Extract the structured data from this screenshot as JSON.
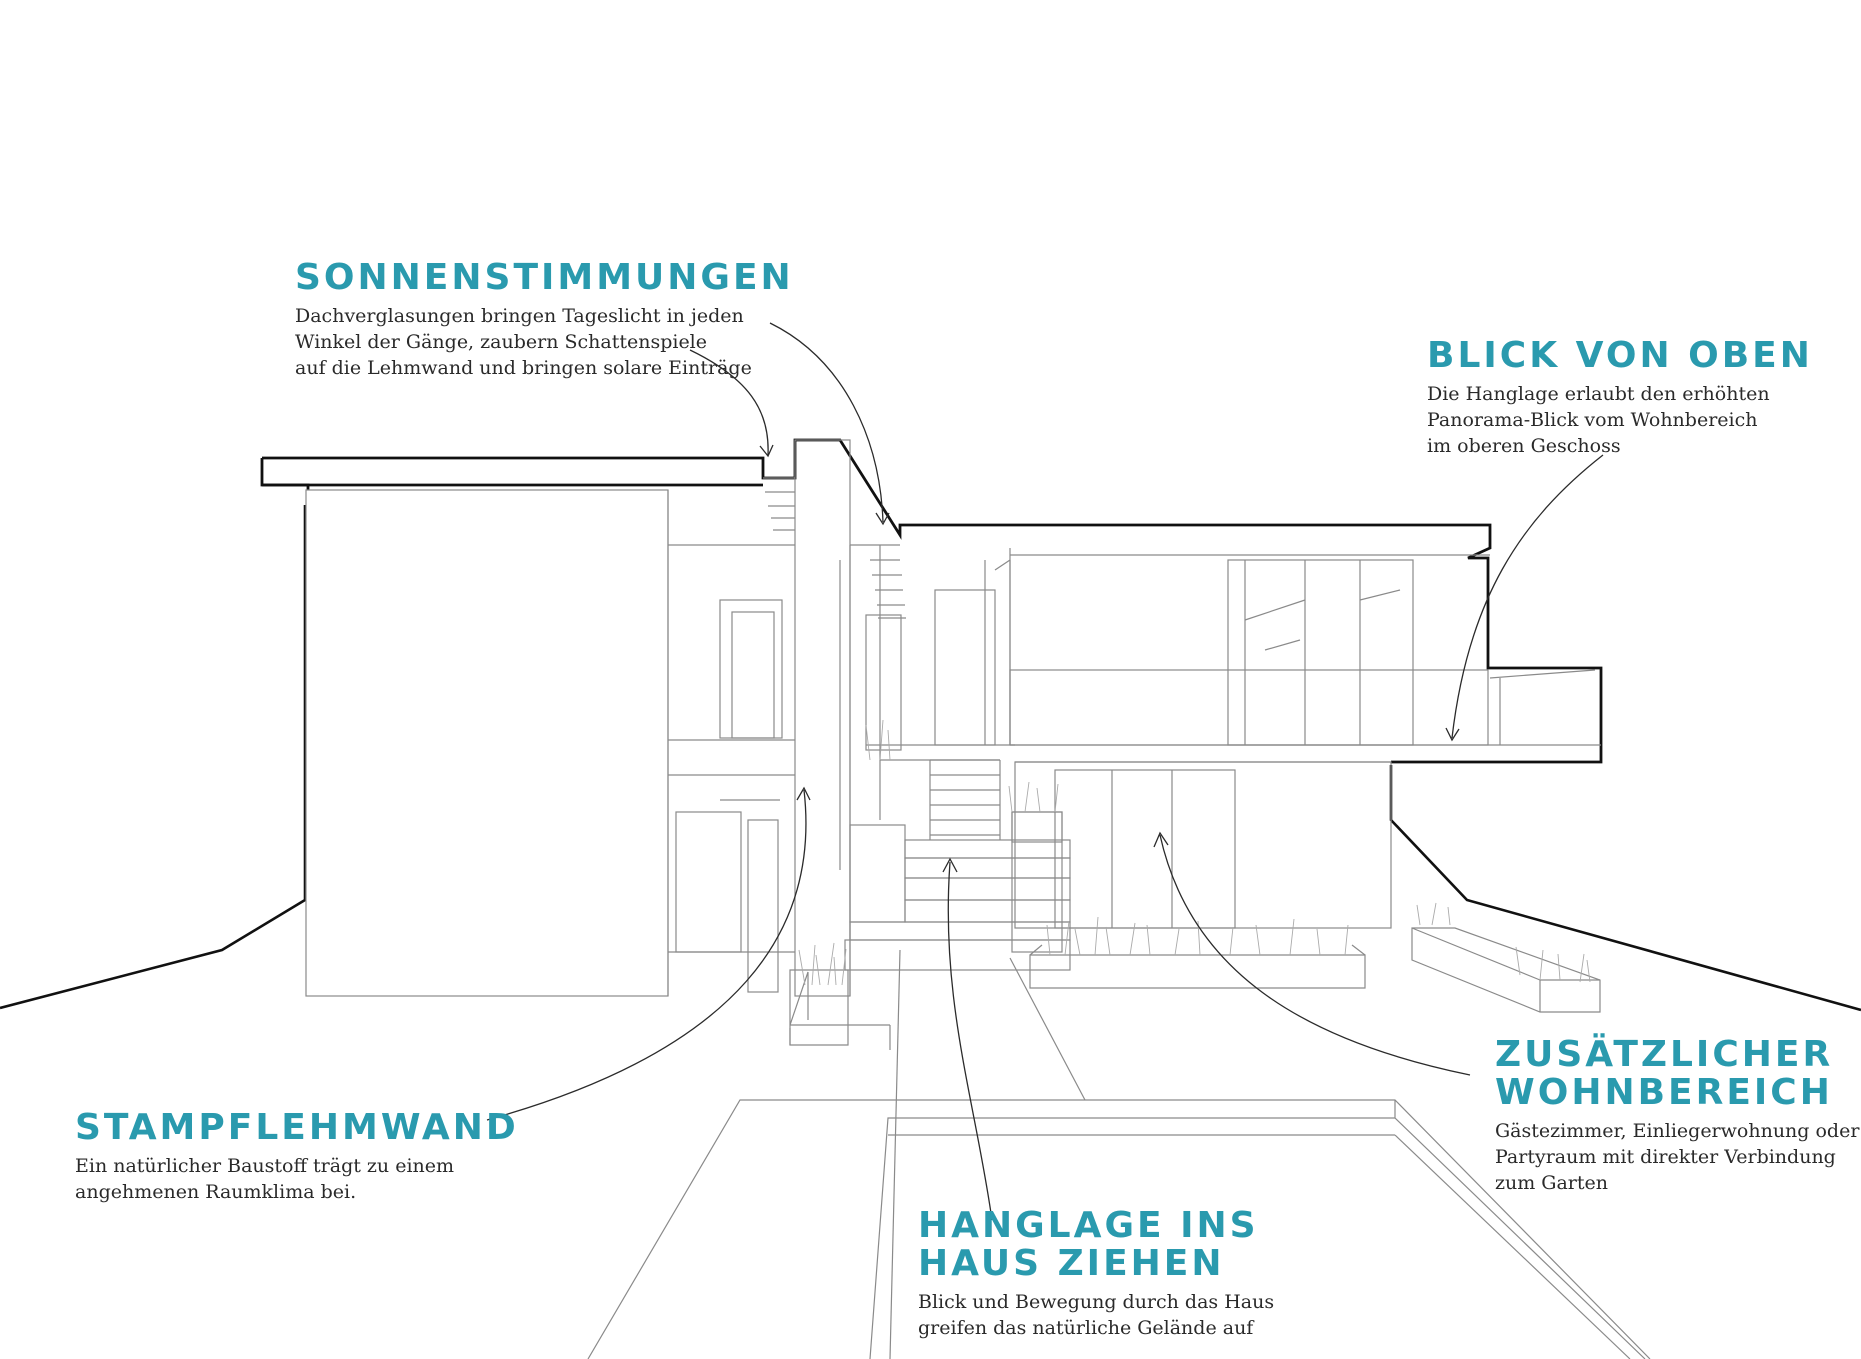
{
  "annotations": {
    "sonnen": {
      "title": [
        "SONNENSTIMMUNGEN"
      ],
      "lines": [
        "Dachverglasungen bringen Tageslicht in jeden",
        "Winkel der Gänge, zaubern Schattenspiele",
        "auf die Lehmwand und bringen solare Einträge"
      ]
    },
    "blick": {
      "title": [
        "BLICK VON OBEN"
      ],
      "lines": [
        "Die Hanglage erlaubt den erhöhten",
        "Panorama-Blick vom Wohnbereich",
        "im oberen Geschoss"
      ]
    },
    "stampf": {
      "title": [
        "STAMPFLEHMWAND"
      ],
      "lines": [
        "Ein natürlicher Baustoff trägt zu einem",
        "angehmenen Raumklima bei."
      ]
    },
    "hang": {
      "title": [
        "HANGLAGE INS",
        "HAUS ZIEHEN"
      ],
      "lines": [
        "Blick und Bewegung durch das Haus",
        "greifen das natürliche Gelände auf"
      ]
    },
    "zus": {
      "title": [
        "ZUSÄTZLICHER",
        "WOHNBEREICH"
      ],
      "lines": [
        "Gästezimmer, Einliegerwohnung oder",
        "Partyraum mit direkter Verbindung",
        "zum Garten"
      ]
    }
  },
  "colors": {
    "accent": "#2a9aae",
    "text": "#2a2a2a",
    "outline": "#111111",
    "line": "#8a8a8a"
  }
}
